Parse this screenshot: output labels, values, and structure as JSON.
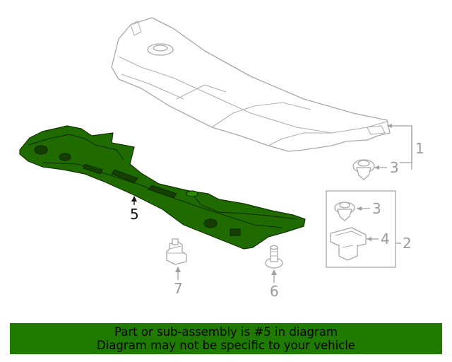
{
  "callouts": {
    "c1": "1",
    "c2": "2",
    "c3a": "3",
    "c3b": "3",
    "c4": "4",
    "c5": "5",
    "c6": "6",
    "c7": "7"
  },
  "banner": {
    "line1": "Part or sub-assembly is #5 in diagram",
    "line2": "Diagram may not be specific to your vehicle"
  },
  "colors": {
    "highlight_part": "#1f6b00",
    "banner_bg": "#1f7a00",
    "ghost_line": "#a8a8a8"
  }
}
